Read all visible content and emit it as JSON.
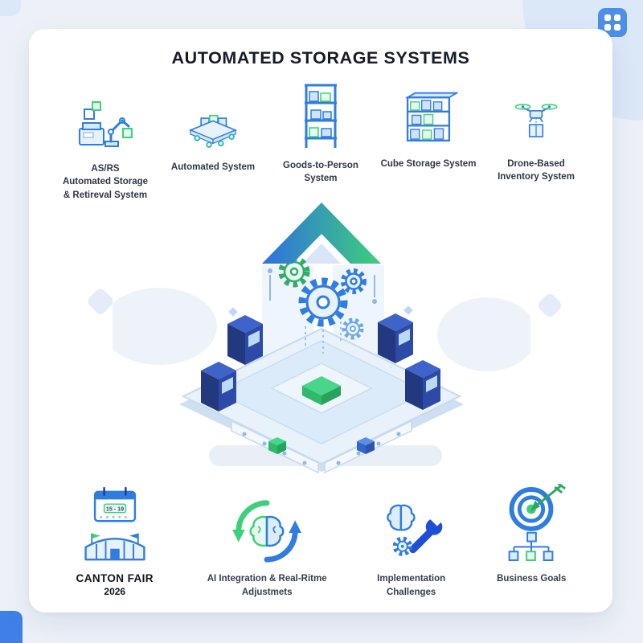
{
  "header": {
    "title": "AUTOMATED STORAGE SYSTEMS"
  },
  "decor": {
    "corner_icon": "apps-grid-icon"
  },
  "top_row": [
    {
      "icon": "asrs-robotic-arm-icon",
      "lines": [
        "AS/RS",
        "Automated Storage",
        "& Retireval System"
      ]
    },
    {
      "icon": "conveyor-system-icon",
      "lines": [
        "Automated System"
      ]
    },
    {
      "icon": "goods-to-person-rack-icon",
      "lines": [
        "Goods-to-Person",
        "System"
      ]
    },
    {
      "icon": "cube-storage-shelf-icon",
      "lines": [
        "Cube Storage System"
      ]
    },
    {
      "icon": "inventory-drone-icon",
      "lines": [
        "Drone-Based",
        "Inventory System"
      ]
    }
  ],
  "center": {
    "illustration": "isometric-automated-warehouse-with-gears-and-up-arrow"
  },
  "bottom_row": [
    {
      "icon": "canton-fair-calendar-venue-icon",
      "lines": [
        "CANTON FAIR",
        "2026"
      ],
      "calendar_text": "15 - 19"
    },
    {
      "icon": "ai-loop-brain-icon",
      "lines": [
        "AI Integration & Real-Ritme",
        "Adjustmets"
      ]
    },
    {
      "icon": "brain-wrench-gear-icon",
      "lines": [
        "Implementation",
        "Challenges"
      ]
    },
    {
      "icon": "target-flowchart-icon",
      "lines": [
        "Business Goals"
      ]
    }
  ],
  "colors": {
    "accent_blue": "#2f7de1",
    "navy": "#22397f",
    "green": "#3ecf7a",
    "light_fill": "#e8f2fc",
    "background": "#edf1f7",
    "card": "#ffffff"
  }
}
